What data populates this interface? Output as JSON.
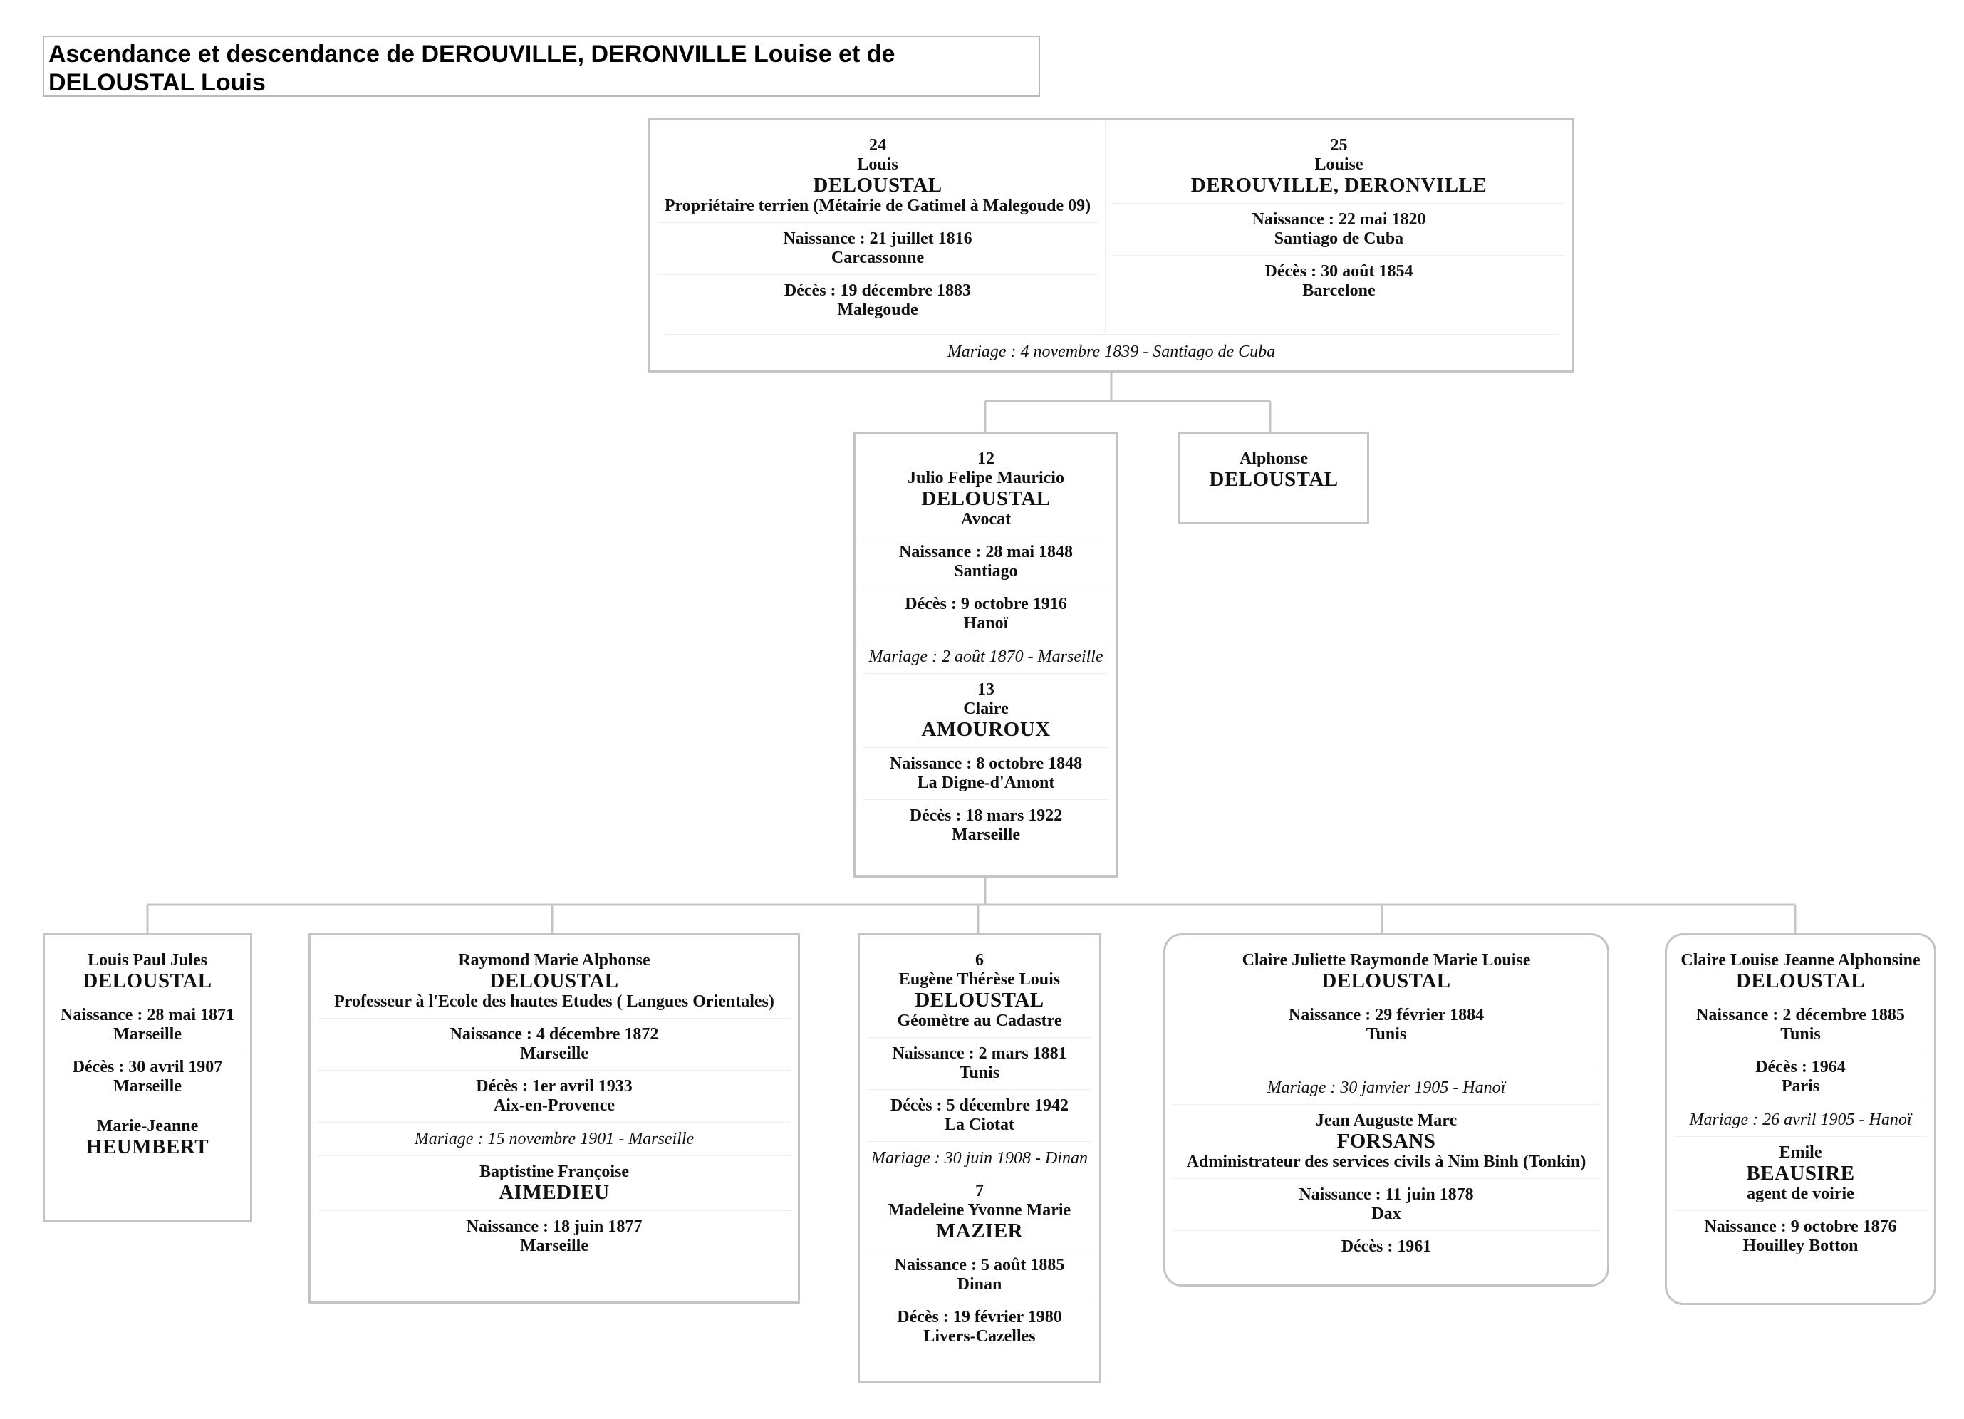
{
  "title": "Ascendance et descendance de DEROUVILLE, DERONVILLE Louise et de DELOUSTAL Louis",
  "grandparents": {
    "husband": {
      "number": "24",
      "given": "Louis",
      "surname": "DELOUSTAL",
      "occupation": "Propriétaire terrien (Métairie de Gatimel à Malegoude 09)",
      "birth": "Naissance : 21 juillet 1816",
      "birth_place": "Carcassonne",
      "death": "Décès : 19 décembre 1883",
      "death_place": "Malegoude"
    },
    "wife": {
      "number": "25",
      "given": "Louise",
      "surname": "DEROUVILLE, DERONVILLE",
      "birth": "Naissance : 22 mai 1820",
      "birth_place": "Santiago de Cuba",
      "death": "Décès : 30 août 1854",
      "death_place": "Barcelone"
    },
    "marriage": "Mariage : 4 novembre 1839 - Santiago de Cuba"
  },
  "parents": {
    "father": {
      "number": "12",
      "given": "Julio Felipe Mauricio",
      "surname": "DELOUSTAL",
      "occupation": "Avocat",
      "birth": "Naissance : 28 mai 1848",
      "birth_place": "Santiago",
      "death": "Décès : 9 octobre 1916",
      "death_place": "Hanoï"
    },
    "marriage": "Mariage : 2 août 1870 - Marseille",
    "mother": {
      "number": "13",
      "given": "Claire",
      "surname": "AMOUROUX",
      "birth": "Naissance : 8 octobre 1848",
      "birth_place": "La Digne-d'Amont",
      "death": "Décès : 18 mars 1922",
      "death_place": "Marseille"
    }
  },
  "sibling": {
    "given": "Alphonse",
    "surname": "DELOUSTAL"
  },
  "children": [
    {
      "given": "Louis Paul Jules",
      "surname": "DELOUSTAL",
      "birth": "Naissance : 28 mai 1871",
      "birth_place": "Marseille",
      "death": "Décès : 30 avril 1907",
      "death_place": "Marseille",
      "spouse_given": "Marie-Jeanne",
      "spouse_surname": "HEUMBERT"
    },
    {
      "given": "Raymond Marie Alphonse",
      "surname": "DELOUSTAL",
      "occupation": "Professeur  à l'Ecole des hautes Etudes ( Langues Orientales)",
      "birth": "Naissance : 4 décembre 1872",
      "birth_place": "Marseille",
      "death": "Décès : 1er avril 1933",
      "death_place": "Aix-en-Provence",
      "marriage": "Mariage : 15 novembre 1901  - Marseille",
      "spouse_given": "Baptistine Françoise",
      "spouse_surname": "AIMEDIEU",
      "spouse_birth": "Naissance : 18 juin 1877",
      "spouse_birth_place": "Marseille"
    },
    {
      "number": "6",
      "given": "Eugène Thérèse Louis",
      "surname": "DELOUSTAL",
      "occupation": "Géomètre au Cadastre",
      "birth": "Naissance : 2 mars 1881",
      "birth_place": "Tunis",
      "death": "Décès : 5 décembre 1942",
      "death_place": "La Ciotat",
      "marriage": "Mariage : 30 juin 1908 - Dinan",
      "spouse_number": "7",
      "spouse_given": "Madeleine Yvonne Marie",
      "spouse_surname": "MAZIER",
      "spouse_birth": "Naissance : 5 août 1885",
      "spouse_birth_place": "Dinan",
      "spouse_death": "Décès : 19 février 1980",
      "spouse_death_place": "Livers-Cazelles"
    },
    {
      "given": "Claire Juliette Raymonde Marie Louise",
      "surname": "DELOUSTAL",
      "birth": "Naissance : 29 février 1884",
      "birth_place": "Tunis",
      "marriage": "Mariage : 30 janvier 1905 - Hanoï",
      "spouse_given": "Jean Auguste Marc",
      "spouse_surname": "FORSANS",
      "spouse_occupation": "Administrateur des services civils à Nim Binh (Tonkin)",
      "spouse_birth": "Naissance : 11 juin 1878",
      "spouse_birth_place": "Dax",
      "spouse_death": "Décès : 1961"
    },
    {
      "given": "Claire Louise Jeanne Alphonsine",
      "surname": "DELOUSTAL",
      "birth": "Naissance : 2 décembre 1885",
      "birth_place": "Tunis",
      "death": "Décès : 1964",
      "death_place": "Paris",
      "marriage": "Mariage : 26 avril 1905 - Hanoï",
      "spouse_given": "Emile",
      "spouse_surname": "BEAUSIRE",
      "spouse_occupation": "agent de voirie",
      "spouse_birth": "Naissance : 9 octobre 1876",
      "spouse_birth_place": "Houilley Botton"
    }
  ]
}
